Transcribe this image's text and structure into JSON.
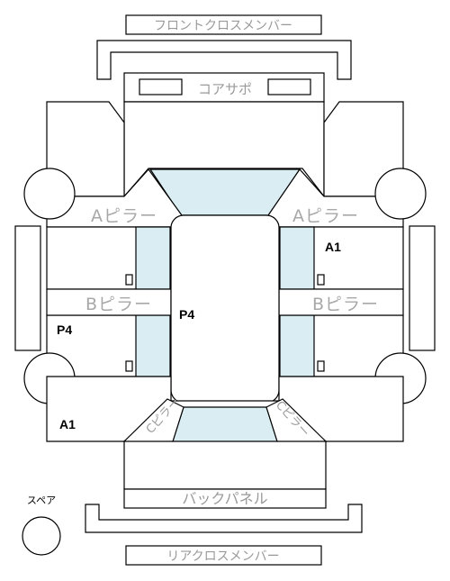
{
  "labels": {
    "front_cross_member": "フロントクロスメンバー",
    "core_support": "コアサポ",
    "a_pillar_left": "Aピラー",
    "a_pillar_right": "Aピラー",
    "b_pillar_left": "Bピラー",
    "b_pillar_right": "Bピラー",
    "c_pillar_left": "Cピラー",
    "c_pillar_right": "Cピラー",
    "back_panel": "バックパネル",
    "rear_cross_member": "リアクロスメンバー",
    "spare": "スペア"
  },
  "markers": {
    "a1_right": "A1",
    "a1_left": "A1",
    "p4_left": "P4",
    "p4_center": "P4"
  }
}
